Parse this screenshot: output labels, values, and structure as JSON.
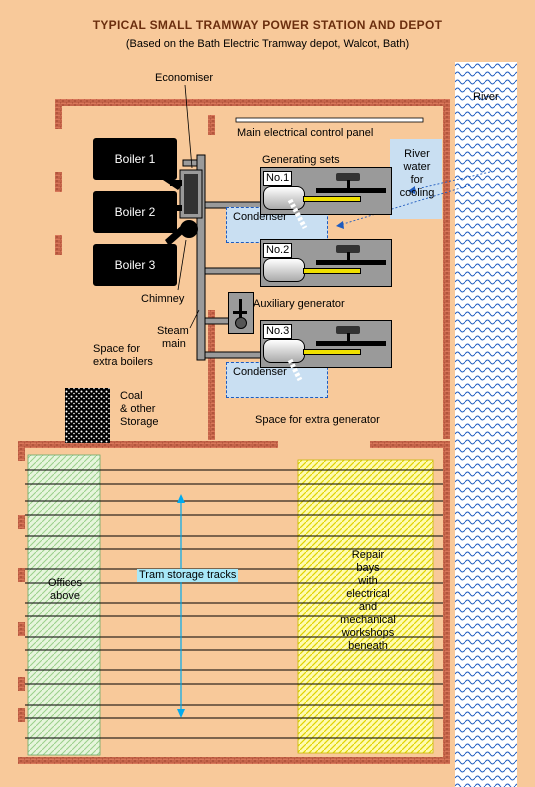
{
  "title": "TYPICAL SMALL TRAMWAY POWER STATION AND DEPOT",
  "subtitle": "(Based on the Bath Electric Tramway depot, Walcot, Bath)",
  "labels": {
    "river": "River",
    "economiser": "Economiser",
    "control_panel": "Main electrical control panel",
    "generating_sets": "Generating sets",
    "river_water": [
      "River",
      "water",
      "for",
      "cooling"
    ],
    "boiler1": "Boiler 1",
    "boiler2": "Boiler 2",
    "boiler3": "Boiler 3",
    "chimney": "Chimney",
    "steam_main": [
      "Steam",
      "main"
    ],
    "space_boilers": [
      "Space for",
      "extra boilers"
    ],
    "aux_generator": "Auxiliary generator",
    "coal": [
      "Coal",
      "& other",
      "Storage"
    ],
    "condenser": "Condenser",
    "space_generator": "Space for extra generator",
    "gen1": "No.1",
    "gen2": "No.2",
    "gen3": "No.3",
    "offices": [
      "Offices",
      "above"
    ],
    "tram_tracks": "Tram storage tracks",
    "repair": [
      "Repair",
      "bays",
      "with",
      "electrical",
      "and",
      "mechanical",
      "workshops",
      "beneath"
    ]
  },
  "colors": {
    "background": "#f8c99a",
    "wall": "#c0533a",
    "river": "#1e5bbf",
    "condenser": "#c9dff2",
    "offices": "#d8f0c8",
    "repair": "#fffaa0",
    "tracks": "#000000",
    "arrow": "#00aaee"
  }
}
